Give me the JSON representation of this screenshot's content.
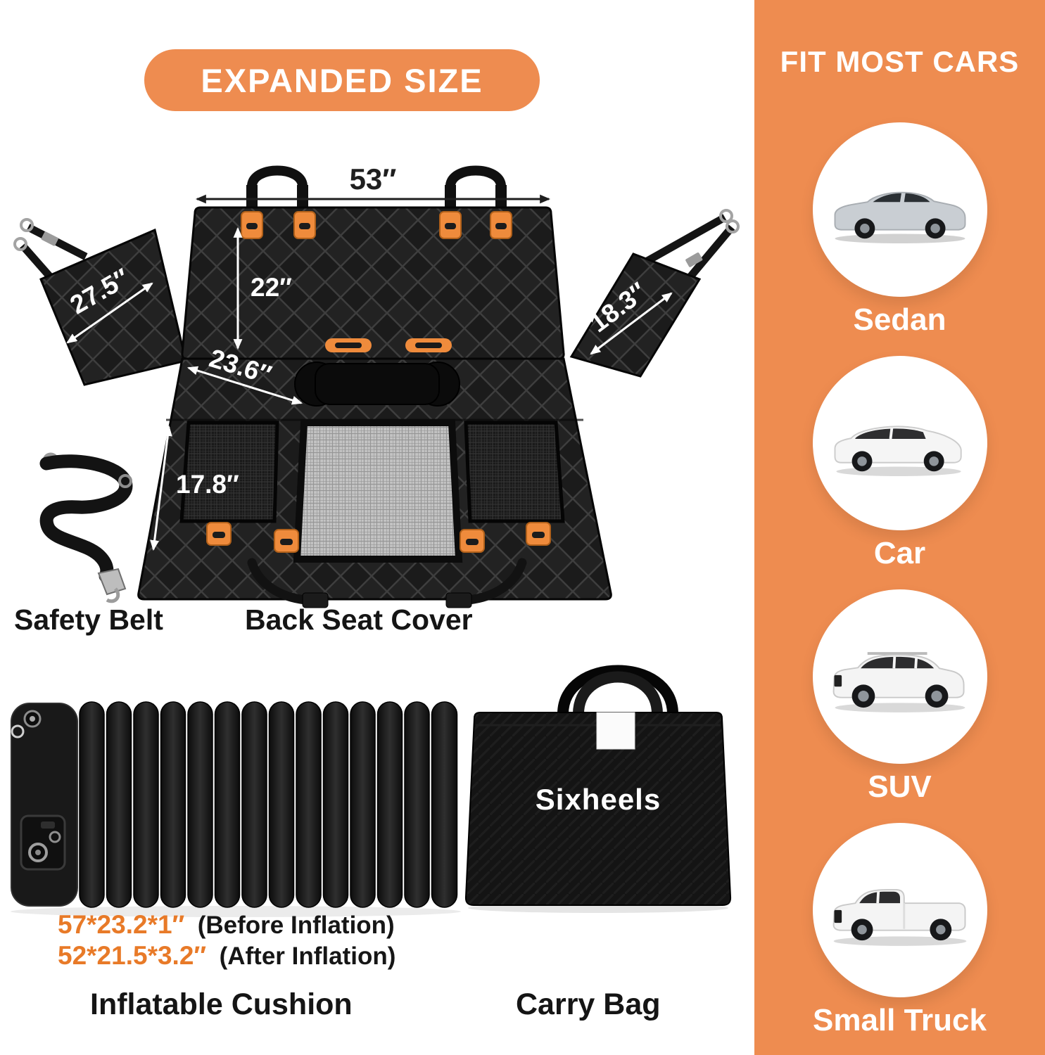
{
  "colors": {
    "accent": "#EE8C50",
    "accent_text": "#E87A28",
    "buckle": "#EF8B3C"
  },
  "badge": {
    "label": "EXPANDED SIZE"
  },
  "sidebar": {
    "title": "FIT MOST CARS",
    "vehicles": [
      {
        "label": "Sedan"
      },
      {
        "label": "Car"
      },
      {
        "label": "SUV"
      },
      {
        "label": "Small Truck"
      }
    ]
  },
  "seat_cover": {
    "label": "Back Seat Cover",
    "dimensions": {
      "top_width": "53″",
      "backrest_height": "22″",
      "left_flap": "27.5″",
      "right_flap": "18.3″",
      "seat_depth": "23.6″",
      "front_height": "17.8″"
    }
  },
  "safety_belt": {
    "label": "Safety Belt"
  },
  "cushion": {
    "label": "Inflatable Cushion",
    "sizes": [
      {
        "value": "57*23.2*1″",
        "note": "(Before Inflation)"
      },
      {
        "value": "52*21.5*3.2″",
        "note": "(After Inflation)"
      }
    ]
  },
  "carry_bag": {
    "label": "Carry Bag",
    "brand": "Sixheels"
  }
}
